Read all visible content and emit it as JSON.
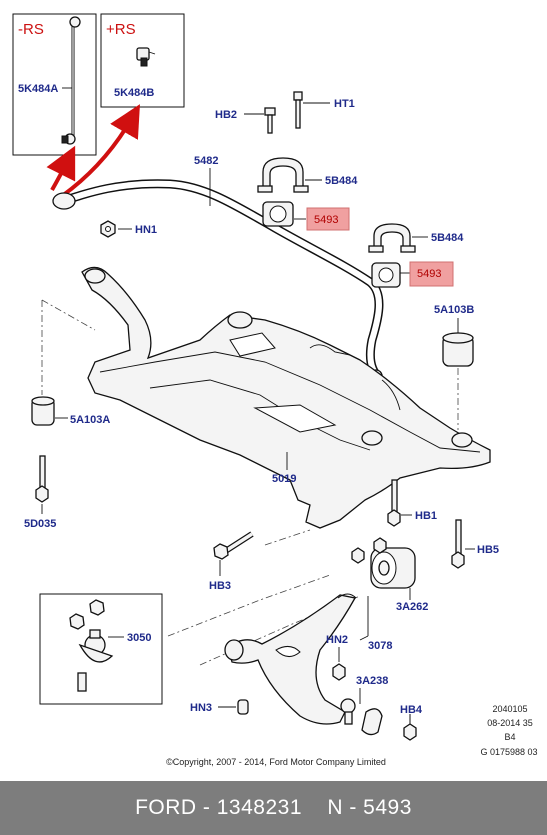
{
  "labels": {
    "rs_minus": "-RS",
    "rs_plus": "+RS",
    "p5K484A": "5K484A",
    "p5K484B": "5K484B",
    "hb2": "HB2",
    "ht1": "HT1",
    "p5482": "5482",
    "p5B484_1": "5B484",
    "p5493_1": "5493",
    "hn1": "HN1",
    "p5B484_2": "5B484",
    "p5493_2": "5493",
    "p5A103B": "5A103B",
    "p5A103A": "5A103A",
    "p5019": "5019",
    "p5D035": "5D035",
    "hb1": "HB1",
    "hb5": "HB5",
    "hb3": "HB3",
    "p3A262": "3A262",
    "p3050": "3050",
    "hn2": "HN2",
    "p3078": "3078",
    "p3A238": "3A238",
    "hn3": "HN3",
    "hb4": "HB4"
  },
  "reference": {
    "line1": "2040105",
    "line2": "08-2014 35",
    "line3": "B4",
    "line4": "G 0175988 03"
  },
  "copyright": "©Copyright, 2007 - 2014, Ford Motor Company Limited",
  "footer": {
    "brand_part": "FORD - 1348231",
    "n_part": "N - 5493"
  },
  "colors": {
    "label_text": "#1f2a8a",
    "highlight_fill": "#f0a0a0",
    "arrow_red": "#d01010",
    "footer_bg": "#7d7d7d"
  }
}
